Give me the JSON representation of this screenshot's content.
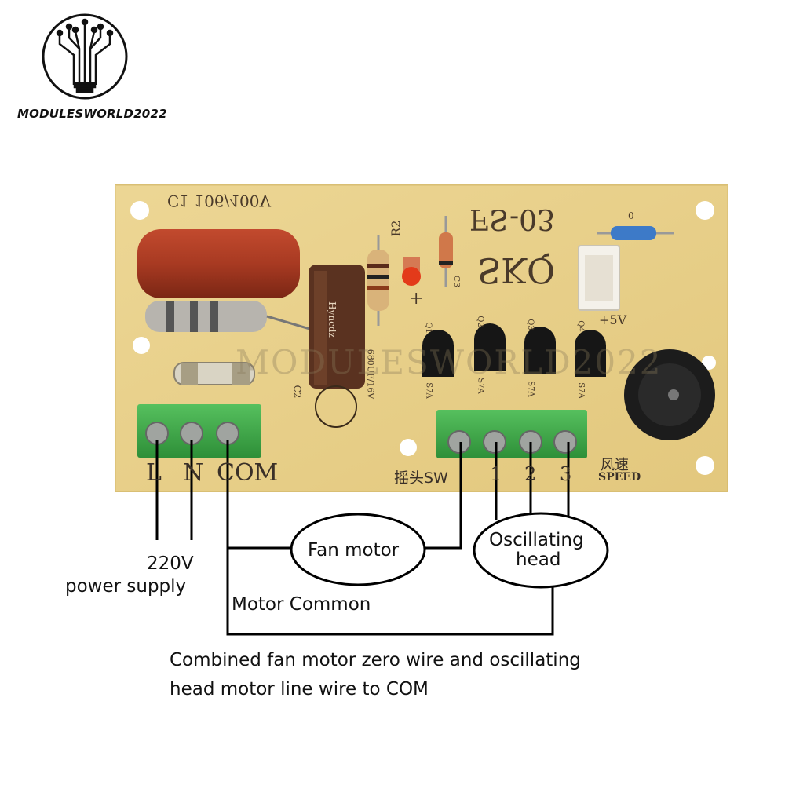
{
  "brand": {
    "text": "MODULESWORLD2022",
    "watermark": "MODULESWORLD2022",
    "icon": "circuit-tree-bulb-icon"
  },
  "board": {
    "model": "FS-03",
    "brand_mark": "SKQ",
    "capacitor_label": "C1 106/400V",
    "resistor_label": "R2",
    "elec_cap_label": "C2",
    "elec_cap_rating": "680UF/16V",
    "elec_cap_brand": "Hyncdz",
    "diode_label": "C3",
    "plus_5v": "+5V",
    "plus_sign": "+",
    "zero": "0",
    "transistors": [
      "Q1",
      "Q2",
      "Q3",
      "Q4"
    ],
    "transistor_code": "S7A",
    "left_terminals": [
      "L",
      "N",
      "COM"
    ],
    "right_terminal_head": "摇头SW",
    "right_terminals": [
      "1",
      "2",
      "3"
    ],
    "speed_cn": "风速",
    "speed_en": "SPEED"
  },
  "diagram": {
    "power_label_1": "220V",
    "power_label_2": "power supply",
    "fan_motor": "Fan motor",
    "osc_head_1": "Oscillating",
    "osc_head_2": "head",
    "motor_common": "Motor Common",
    "note_line_1": "Combined fan motor zero wire and oscillating",
    "note_line_2": "head motor line wire to COM"
  },
  "colors": {
    "pcb": "#e8d08a",
    "terminal": "#3fae4a",
    "film_cap": "#a83a22",
    "elec_cap": "#5a3220",
    "wire": "#000000"
  }
}
